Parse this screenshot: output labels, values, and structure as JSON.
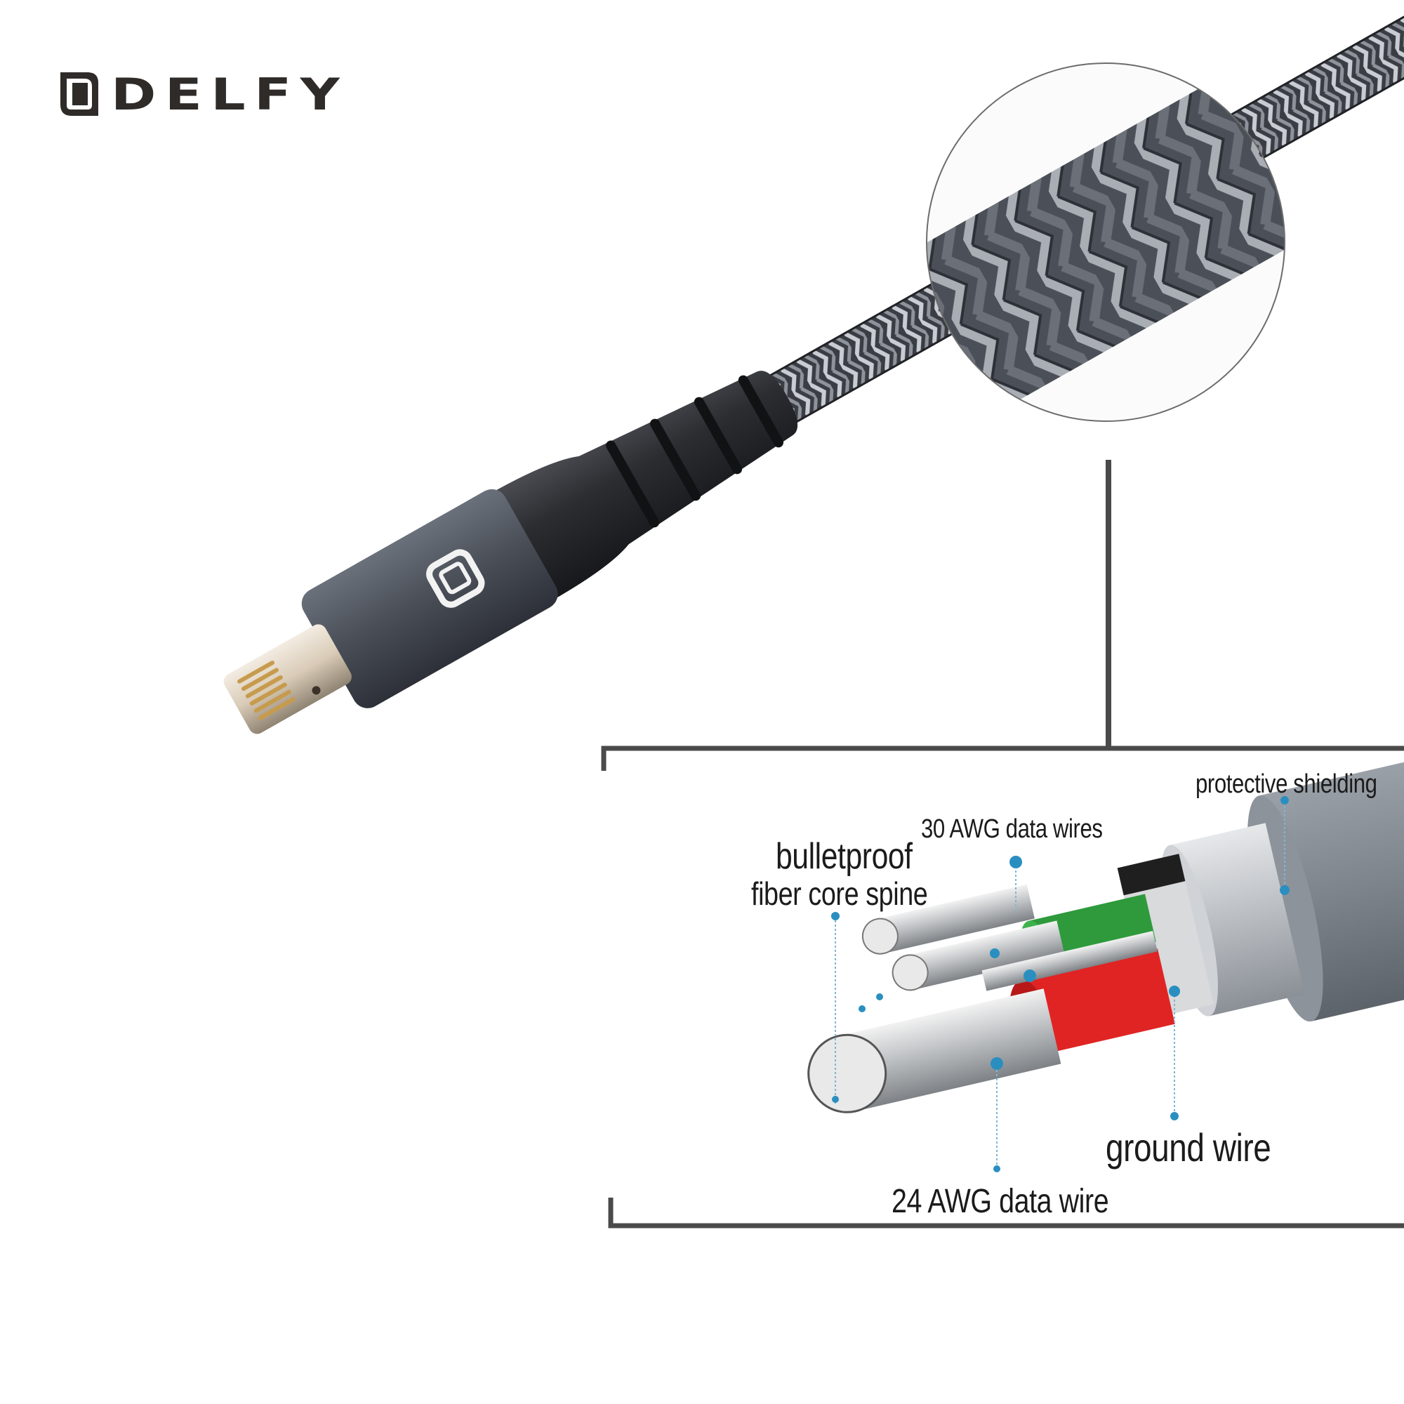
{
  "brand": {
    "name": "DELFY",
    "color": "#2e2b29"
  },
  "labels": {
    "protective_shielding": "protective shielding",
    "awg30": "30 AWG data wires",
    "bulletproof_line1": "bulletproof",
    "bulletproof_line2": "fiber core spine",
    "ground_wire": "ground wire",
    "awg24": "24 AWG data wire"
  },
  "colors": {
    "callout_dot": "#2a8fc0",
    "bracket": "#4a4a4a",
    "green_wire": "#2e9a3c",
    "red_wire": "#e02424",
    "jacket": "#7d838a"
  }
}
